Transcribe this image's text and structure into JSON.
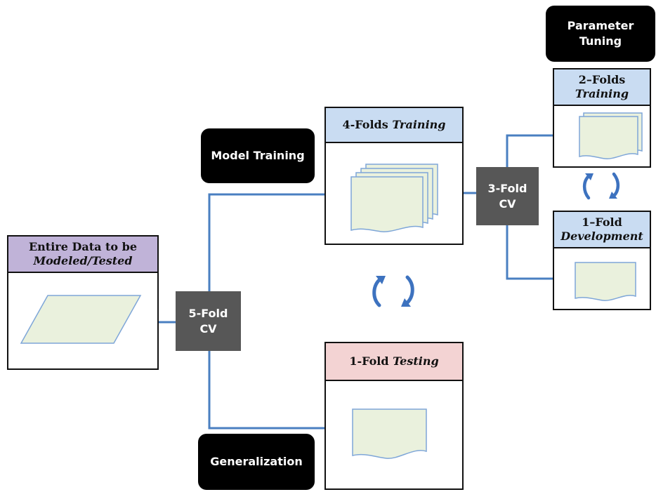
{
  "colors": {
    "line": "#4a7fc1",
    "doc_fill": "#eaf1dd",
    "doc_stroke": "#7ea6d8",
    "head_purple": "#c0b3d8",
    "head_blue": "#c9dcf2",
    "head_pink": "#f3d3d3",
    "cv_box": "#575757",
    "pill": "#000000",
    "arrow": "#3d72bf"
  },
  "labels": {
    "model_training": "Model Training",
    "generalization": "Generalization",
    "parameter_tuning_1": "Parameter",
    "parameter_tuning_2": "Tuning"
  },
  "cv5": {
    "line1": "5-Fold",
    "line2": "CV"
  },
  "cv3": {
    "line1": "3-Fold",
    "line2": "CV"
  },
  "entire": {
    "line1": "Entire Data to be",
    "line2": "Modeled/Tested"
  },
  "train4": {
    "prefix": "4-Folds ",
    "italic": "Training"
  },
  "test1": {
    "prefix": "1-Fold ",
    "italic": "Testing"
  },
  "train2": {
    "line1": "2–Folds",
    "line2": "Training"
  },
  "dev1": {
    "line1": "1–Fold",
    "line2": "Development"
  },
  "icons": {
    "dataset": "parallelogram-dataset-icon",
    "stack": "document-stack-icon",
    "document": "document-icon",
    "cycle": "cycle-arrows-icon"
  }
}
